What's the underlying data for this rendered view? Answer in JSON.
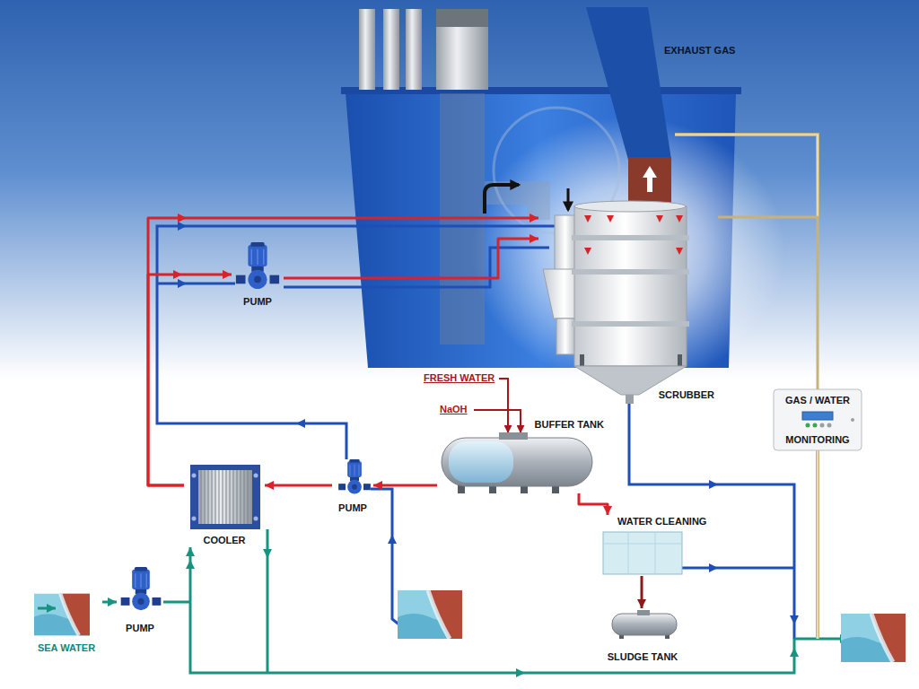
{
  "diagram": {
    "nodes": [
      {
        "text": [
          "SCRUBBER"
        ]
      },
      {
        "text": [
          "PUMP"
        ]
      },
      {
        "text": [
          "BUFFER TANK"
        ]
      },
      {
        "text": [
          "PUMP"
        ]
      },
      {
        "text": [
          "COOLER"
        ]
      },
      {
        "text": [
          "WATER CLEANING"
        ]
      },
      {
        "text": [
          "SLUDGE TANK"
        ]
      },
      {
        "text": [
          "GAS / WATER",
          "MONITORING"
        ]
      },
      {
        "text": [
          "SEA WATER"
        ]
      },
      {
        "text": [
          "PUMP"
        ]
      }
    ],
    "edges": [
      {
        "from": 2,
        "to": 3,
        "arrow": "to"
      },
      {
        "from": 3,
        "to": 4,
        "arrow": "to"
      },
      {
        "from": 4,
        "to": 0,
        "arrow": "to"
      },
      {
        "from": 4,
        "to": 1,
        "arrow": "to"
      },
      {
        "from": 1,
        "to": 0,
        "arrow": "to"
      },
      {
        "from": 2,
        "to": 5,
        "arrow": "to"
      },
      {
        "from": 5,
        "to": 6,
        "arrow": "to"
      },
      {
        "from": 8,
        "to": 9,
        "arrow": "to"
      },
      {
        "from": 9,
        "to": 4,
        "arrow": "to"
      },
      {
        "from": 0,
        "to": 7,
        "arrow": "none"
      }
    ],
    "labels": [
      "EXHAUST GAS",
      "FRESH WATER",
      "NaOH"
    ]
  }
}
